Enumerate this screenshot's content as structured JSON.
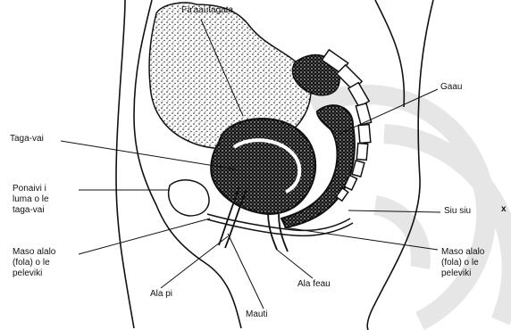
{
  "labels": {
    "fallopian": "Fa'aautagata",
    "bowel": "Gaau",
    "uterus": "Taga-vai",
    "bladder_gland": "Ponaivi i\nluma o le\ntaga-vai",
    "coccyx": "Siu siu",
    "coccyx_mark": "x",
    "pelvic_left": "Maso alalo\n(fola) o le\npeleviki",
    "pelvic_right": "Maso alalo\n(fola) o le\npeleviki",
    "urethra": "Ala pi",
    "vagina_canal": "Ala feau",
    "vagina": "Mauti"
  },
  "colors": {
    "ink": "#111111",
    "watermark": "#e6e6e6"
  },
  "icons": {
    "watermark": "circular-logo-watermark"
  }
}
